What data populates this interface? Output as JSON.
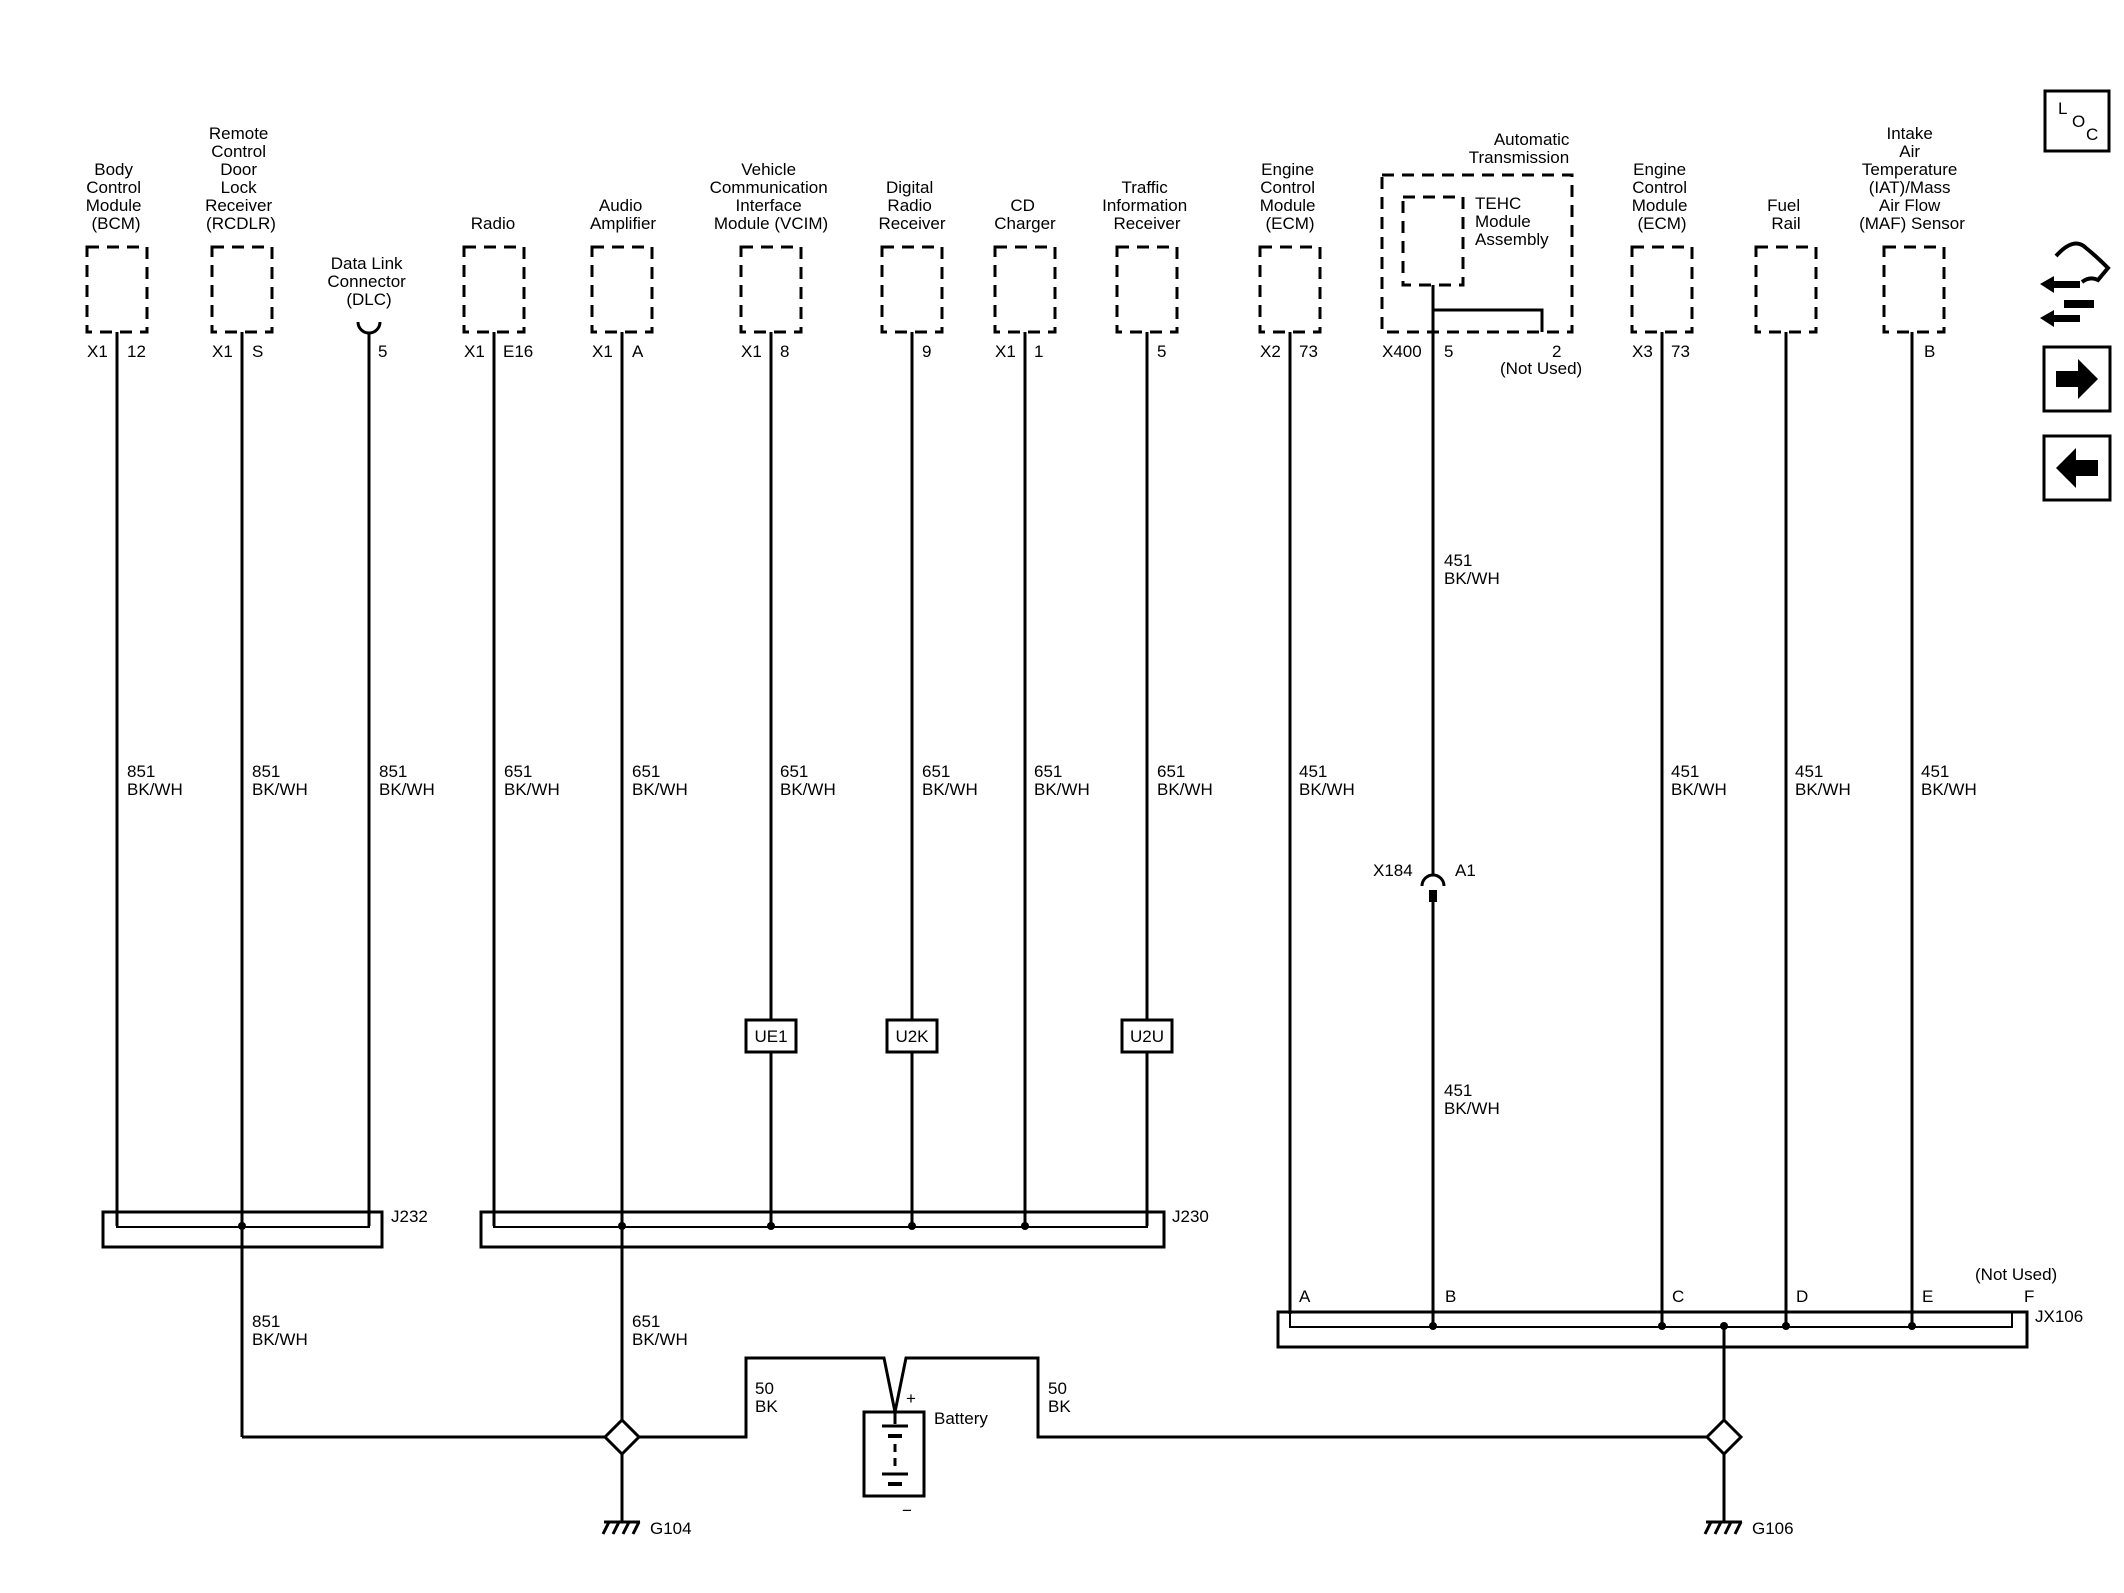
{
  "components": {
    "bcm": [
      "Body",
      "Control",
      "Module",
      "(BCM)"
    ],
    "rcdlr": [
      "Remote",
      "Control",
      "Door",
      "Lock",
      "Receiver",
      "(RCDLR)"
    ],
    "dlc": [
      "Data Link",
      "Connector",
      "(DLC)"
    ],
    "radio": [
      "Radio"
    ],
    "amp": [
      "Audio",
      "Amplifier"
    ],
    "vcim": [
      "Vehicle",
      "Communication",
      "Interface",
      "Module (VCIM)"
    ],
    "drr": [
      "Digital",
      "Radio",
      "Receiver"
    ],
    "cd": [
      "CD",
      "Charger"
    ],
    "tir": [
      "Traffic",
      "Information",
      "Receiver"
    ],
    "ecm1": [
      "Engine",
      "Control",
      "Module",
      "(ECM)"
    ],
    "trans": [
      "Automatic",
      "Transmission"
    ],
    "tehc": [
      "TEHC",
      "Module",
      "Assembly"
    ],
    "ecm2": [
      "Engine",
      "Control",
      "Module",
      "(ECM)"
    ],
    "fuel": [
      "Fuel",
      "Rail"
    ],
    "maf": [
      "Intake",
      "Air",
      "Temperature",
      "(IAT)/Mass",
      "Air Flow",
      "(MAF) Sensor"
    ]
  },
  "pins": {
    "bcm_conn": "X1",
    "bcm_pin": "12",
    "rcdlr_conn": "X1",
    "rcdlr_pin": "S",
    "dlc_pin": "5",
    "radio_conn": "X1",
    "radio_pin": "E16",
    "amp_conn": "X1",
    "amp_pin": "A",
    "vcim_conn": "X1",
    "vcim_pin": "8",
    "drr_pin": "9",
    "cd_conn": "X1",
    "cd_pin": "1",
    "tir_pin": "5",
    "ecm1_conn": "X2",
    "ecm1_pin": "73",
    "trans_conn": "X400",
    "trans_pin": "5",
    "trans_pin2": "2",
    "not_used": "(Not Used)",
    "ecm2_conn": "X3",
    "ecm2_pin": "73",
    "maf_pin": "B"
  },
  "wires": {
    "c851": "851",
    "c651": "651",
    "c451": "451",
    "c50": "50",
    "bkwh": "BK/WH",
    "bk": "BK"
  },
  "options": {
    "ue1": "UE1",
    "u2k": "U2K",
    "u2u": "U2U"
  },
  "splices": {
    "j232": "J232",
    "j230": "J230",
    "jx106": "JX106",
    "jx106_pins": [
      "A",
      "B",
      "C",
      "D",
      "E",
      "F"
    ],
    "jx106_not_used": "(Not Used)"
  },
  "inline_conn": {
    "name": "X184",
    "pin": "A1"
  },
  "battery": {
    "label": "Battery",
    "plus": "+",
    "minus": "−"
  },
  "grounds": {
    "g104": "G104",
    "g106": "G106"
  },
  "nav": {
    "loc_letters": [
      "L",
      "O",
      "C"
    ],
    "icons": [
      "component-locator-icon",
      "connector-view-icon",
      "next-arrow-icon",
      "previous-arrow-icon"
    ]
  }
}
